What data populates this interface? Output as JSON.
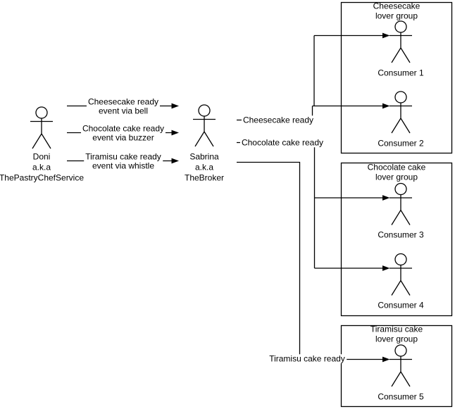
{
  "diagram": {
    "type": "pub-sub-broker-diagram",
    "colors": {
      "stroke": "#000000",
      "background": "#ffffff",
      "text": "#000000"
    },
    "producer": {
      "name": "Doni\na.k.a\nThePastryChefService"
    },
    "broker": {
      "name": "Sabrina\na.k.a\nTheBroker"
    },
    "publish_events": [
      {
        "label": "Cheesecake ready\nevent via bell"
      },
      {
        "label": "Chocolate cake ready\nevent via buzzer"
      },
      {
        "label": "Tiramisu cake ready\nevent via whistle"
      }
    ],
    "topics": [
      {
        "label": "Cheesecake ready"
      },
      {
        "label": "Chocolate cake ready"
      },
      {
        "label": "Tiramisu cake ready"
      }
    ],
    "groups": [
      {
        "title": "Cheesecake lover group",
        "consumers": [
          "Consumer 1",
          "Consumer 2"
        ]
      },
      {
        "title": "Chocolate cake lover group",
        "consumers": [
          "Consumer 3",
          "Consumer 4"
        ]
      },
      {
        "title": "Tiramisu cake lover group",
        "consumers": [
          "Consumer 5"
        ]
      }
    ]
  }
}
